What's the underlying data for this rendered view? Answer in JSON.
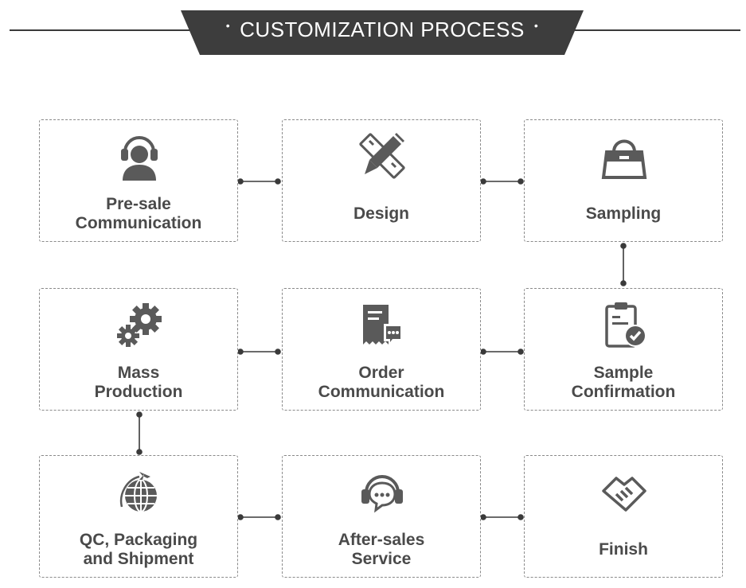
{
  "header": {
    "title": "CUSTOMIZATION PROCESS",
    "dot": "•"
  },
  "colors": {
    "banner": "#3d3d3d",
    "icon": "#5a5a5a",
    "text": "#4a4a4a",
    "border": "#8a8a8a"
  },
  "steps": [
    {
      "lines": [
        "Pre-sale",
        "Communication"
      ],
      "icon": "headset-person-icon"
    },
    {
      "lines": [
        "Design"
      ],
      "icon": "pencil-ruler-icon"
    },
    {
      "lines": [
        "Sampling"
      ],
      "icon": "handbag-icon"
    },
    {
      "lines": [
        "Mass",
        "Production"
      ],
      "icon": "gears-icon"
    },
    {
      "lines": [
        "Order",
        "Communication"
      ],
      "icon": "document-chat-icon"
    },
    {
      "lines": [
        "Sample",
        "Confirmation"
      ],
      "icon": "clipboard-check-icon"
    },
    {
      "lines": [
        "QC, Packaging",
        "and Shipment"
      ],
      "icon": "globe-plane-icon"
    },
    {
      "lines": [
        "After-sales",
        "Service"
      ],
      "icon": "headset-chat-icon"
    },
    {
      "lines": [
        "Finish"
      ],
      "icon": "handshake-icon"
    }
  ]
}
